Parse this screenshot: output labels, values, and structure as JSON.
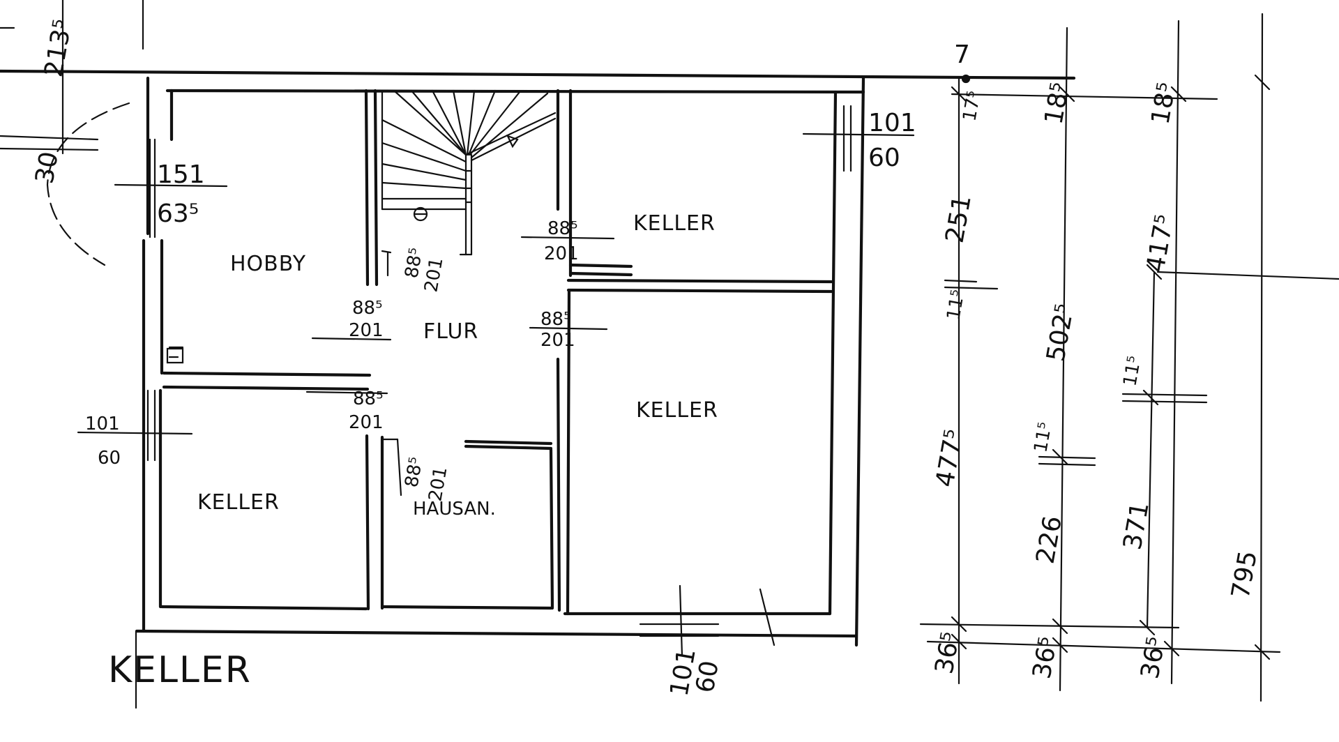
{
  "plan": {
    "title": "KELLER",
    "rooms": {
      "hobby": "HOBBY",
      "flur": "FLUR",
      "keller_top_right": "KELLER",
      "keller_mid_right": "KELLER",
      "keller_bottom_left": "KELLER",
      "hausanschluss": "HAUSAN."
    },
    "openings": {
      "window_hobby": {
        "width": "151",
        "height": "63⁵"
      },
      "window_keller_left": {
        "width": "101",
        "height": "60"
      },
      "window_keller_top_right": {
        "width": "101",
        "height": "60"
      },
      "window_keller_bottom": {
        "width": "101",
        "height": "60"
      },
      "door_hobby": {
        "width": "88⁵",
        "height": "201"
      },
      "door_stair_left": {
        "width": "88⁵",
        "height": "201"
      },
      "door_keller_left": {
        "width": "88⁵",
        "height": "201"
      },
      "door_hausan": {
        "width": "88⁵",
        "height": "201"
      },
      "door_keller_top_right": {
        "width": "88⁵",
        "height": "201"
      },
      "door_keller_mid_right": {
        "width": "88⁵",
        "height": "201"
      }
    },
    "dimensions": {
      "top_left": "213⁵",
      "corner_left": "30",
      "top_marker": "7",
      "chain1": [
        "17⁵",
        "251",
        "11⁵",
        "477⁵",
        "36⁵"
      ],
      "chain2": [
        "18⁵",
        "502⁵",
        "11⁵",
        "226",
        "36⁵"
      ],
      "chain3": [
        "18⁵",
        "417⁵",
        "11⁵",
        "371",
        "36⁵"
      ],
      "overall": "795"
    }
  }
}
